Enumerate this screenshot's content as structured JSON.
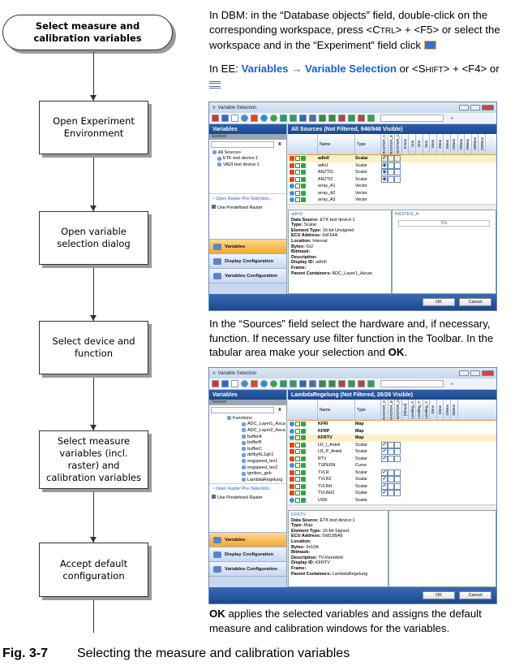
{
  "flow": {
    "start": "Select measure and calibration variables",
    "steps": [
      "Open Experiment Environment",
      "Open variable selection dialog",
      "Select device and function",
      "Select measure variables (incl. raster) and calibration variables",
      "Accept default configuration"
    ]
  },
  "text": {
    "dbm": "In DBM: in the “Database objects” field, double-click on the corresponding workspace, press <C",
    "dbm_ctrl": "TRL",
    "dbm_2": "> + <F5> or select the workspace and in the “Experiment” field click",
    "ee_prefix": "In EE: ",
    "ee_menu1": "Variables",
    "ee_arrow": "→",
    "ee_menu2": "Variable Selection",
    "ee_or": " or <S",
    "ee_shift": "HIFT",
    "ee_suffix": "> + <F4> or",
    "sources_para_1": "In the “Sources” field select the hardware and, if necessary, function. If necessary use filter function in the Toolbar. In the tabular area make your selection and ",
    "sources_para_ok": "OK",
    "sources_para_end": ".",
    "ok_para_ok": "OK",
    "ok_para": " applies the selected variables and assigns the default measure and calibration windows for the variables."
  },
  "caption": {
    "label": "Fig. 3-7",
    "title": "Selecting the measure and calibration variables"
  },
  "windows": [
    {
      "title": "Variable Selection",
      "left_header": "Variables",
      "sources_label": "Sources",
      "filter_clear": "X",
      "tree": [
        "All Sources",
        "ETK test device:1",
        "VADI test device:1"
      ],
      "main_header": "All Sources (Not Filtered, 946/946 Visible)",
      "columns": {
        "name": "Name",
        "type": "Type",
        "rasters": [
          "RASTER_A",
          "RASTER_B",
          "RASTER_C",
          "0.5ms",
          "1ms",
          "2ms",
          "5ms",
          "10ms",
          "20ms",
          "50ms",
          "100ms",
          "200ms",
          "500ms",
          "1000ms",
          "2000ms"
        ]
      },
      "rows": [
        {
          "name": "adIn0",
          "type": "Scalar",
          "kind": "scalar",
          "checks": [
            "✔",
            "",
            ""
          ],
          "selected": true
        },
        {
          "name": "adIn1",
          "type": "Scalar",
          "kind": "scalar",
          "checks": [
            "◉",
            "",
            ""
          ]
        },
        {
          "name": "ANZTIS",
          "type": "Scalar",
          "kind": "scalar",
          "checks": [
            "◉",
            "",
            ""
          ]
        },
        {
          "name": "ANZTIZ",
          "type": "Scalar",
          "kind": "scalar",
          "checks": [
            "◉",
            "",
            ""
          ]
        },
        {
          "name": "array_A1",
          "type": "Vector",
          "kind": "vector"
        },
        {
          "name": "array_A2",
          "type": "Vector",
          "kind": "vector"
        },
        {
          "name": "array_A3",
          "type": "Vector",
          "kind": "vector"
        }
      ],
      "open_raster": "Open Raster Pre-Selection...",
      "use_predefined": "Use Predefined Raster",
      "nav": [
        "Variables",
        "Display Configuration",
        "Variables Configuration"
      ],
      "detail_legend": "adIn0",
      "details": [
        [
          "Data Source:",
          "ETK test device:1"
        ],
        [
          "Type:",
          "Scalar"
        ],
        [
          "Element Type:",
          "16-bit Unsigned"
        ],
        [
          "ECU Address:",
          "0xF64A"
        ],
        [
          "Location:",
          "Internal"
        ],
        [
          "Bytes:",
          "0x2"
        ],
        [
          "Bitmask:",
          ""
        ],
        [
          "Description:",
          ""
        ],
        [
          "Display ID:",
          "adIn0"
        ],
        [
          "Frame:",
          ""
        ],
        [
          "Parent Containers:",
          "ADC_Layer1_Ascan"
        ]
      ],
      "raster_legend": "RASTER_A",
      "raster_value": "5%",
      "ok": "OK",
      "cancel": "Cancel"
    },
    {
      "title": "Variable Selection",
      "left_header": "Variables",
      "sources_label": "Sources",
      "filter_clear": "X",
      "tree": [
        "Functions",
        "ADC_Layer1_Asca",
        "ADC_Layer2_Asca",
        "bufferA",
        "bufferB",
        "bufferC",
        "defbyKL1gh1",
        "engspeed_lev1",
        "engspeed_lev2",
        "ignition_geb",
        "LambdaRegelung"
      ],
      "main_header": "LambdaRegelung (Not Filtered, 26/26 Visible)",
      "columns": {
        "name": "Name",
        "type": "Type",
        "rasters": [
          "RASTER_A",
          "RASTER_B",
          "RASTER_C",
          "[Virtual]",
          "Leading_A",
          "Leading_X",
          "Leading_Y",
          "10ms",
          "50ms",
          "100ms",
          "500ms"
        ]
      },
      "rows": [
        {
          "name": "KFRI",
          "type": "Map",
          "kind": "map",
          "bold": true
        },
        {
          "name": "KFRP",
          "type": "Map",
          "kind": "map",
          "bold": true
        },
        {
          "name": "KFRTV",
          "type": "Map",
          "kind": "map",
          "selected": true
        },
        {
          "name": "LR_I_Anteil",
          "type": "Scalar",
          "kind": "scalar",
          "checks": [
            "✔",
            "",
            ""
          ]
        },
        {
          "name": "LR_P_Anteil",
          "type": "Scalar",
          "kind": "scalar",
          "checks": [
            "✔",
            "",
            ""
          ]
        },
        {
          "name": "RTV",
          "type": "Scalar",
          "kind": "scalar",
          "checks": [
            "✔",
            "",
            ""
          ]
        },
        {
          "name": "TSPERN",
          "type": "Curve",
          "kind": "curve"
        },
        {
          "name": "TVLR",
          "type": "Scalar",
          "kind": "scalar",
          "checks": [
            "✔",
            "",
            ""
          ]
        },
        {
          "name": "TVLR2",
          "type": "Scalar",
          "kind": "scalar",
          "checks": [
            "✔",
            "",
            ""
          ]
        },
        {
          "name": "TVLRH",
          "type": "Scalar",
          "kind": "scalar",
          "checks": [
            "✔",
            "",
            ""
          ]
        },
        {
          "name": "TVLRH2",
          "type": "Scalar",
          "kind": "scalar",
          "checks": [
            "✔",
            "",
            ""
          ]
        },
        {
          "name": "USR",
          "type": "Scalar",
          "kind": "curve"
        }
      ],
      "open_raster": "Open Raster Pre-Selection...",
      "use_predefined": "Use Predefined Raster",
      "nav": [
        "Variables",
        "Display Configuration",
        "Variables Configuration"
      ],
      "detail_legend": "KFRTV",
      "details": [
        [
          "Data Source:",
          "ETK test device:1"
        ],
        [
          "Type:",
          "Map"
        ],
        [
          "Element Type:",
          "16-bit Signed"
        ],
        [
          "ECU Address:",
          "0x815BA6"
        ],
        [
          "Location:",
          ""
        ],
        [
          "Bytes:",
          "0x10A"
        ],
        [
          "Bitmask:",
          ""
        ],
        [
          "Description:",
          "TV-Kennfeld"
        ],
        [
          "Display ID:",
          "KFRTV"
        ],
        [
          "Frame:",
          ""
        ],
        [
          "Parent Containers:",
          "LambdaRegelung"
        ]
      ],
      "ok": "OK",
      "cancel": "Cancel"
    }
  ],
  "colors": {
    "link": "#1a5fd6",
    "title_bar": "#1c4790",
    "selection": "#fdefc8",
    "nav_active": "#f3a53a"
  }
}
